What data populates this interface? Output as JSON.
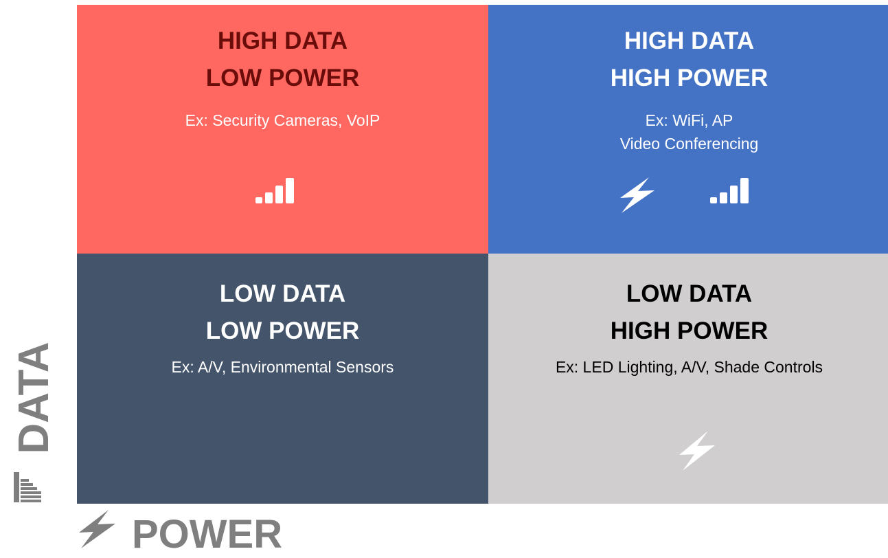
{
  "colors": {
    "high_data_low_power_bg": "#ff6861",
    "high_data_low_power_title": "#6a0d0a",
    "high_data_high_power_bg": "#4472c4",
    "low_data_low_power_bg": "#44546a",
    "low_data_high_power_bg": "#d0cece",
    "light_text": "#ffffff",
    "dark_text": "#000000",
    "axis_gray": "#7f7f7f"
  },
  "quadrants": {
    "high_data_low_power": {
      "title_line1": "HIGH DATA",
      "title_line2": "LOW POWER",
      "example": "Ex: Security Cameras, VoIP",
      "icons": [
        "signal-bars-icon"
      ]
    },
    "high_data_high_power": {
      "title_line1": "HIGH DATA",
      "title_line2": "HIGH POWER",
      "example_line1": "Ex: WiFi,  AP",
      "example_line2": "Video Conferencing",
      "icons": [
        "lightning-bolt-icon",
        "signal-bars-icon"
      ]
    },
    "low_data_low_power": {
      "title_line1": "LOW DATA",
      "title_line2": "LOW POWER",
      "example": "Ex: A/V, Environmental Sensors"
    },
    "low_data_high_power": {
      "title_line1": "LOW DATA",
      "title_line2": "HIGH POWER",
      "example": "Ex: LED Lighting, A/V, Shade Controls",
      "icons": [
        "lightning-bolt-icon"
      ]
    }
  },
  "axes": {
    "vertical": {
      "label": "DATA",
      "icon": "signal-bars-icon"
    },
    "horizontal": {
      "label": "POWER",
      "icon": "lightning-bolt-icon"
    }
  }
}
